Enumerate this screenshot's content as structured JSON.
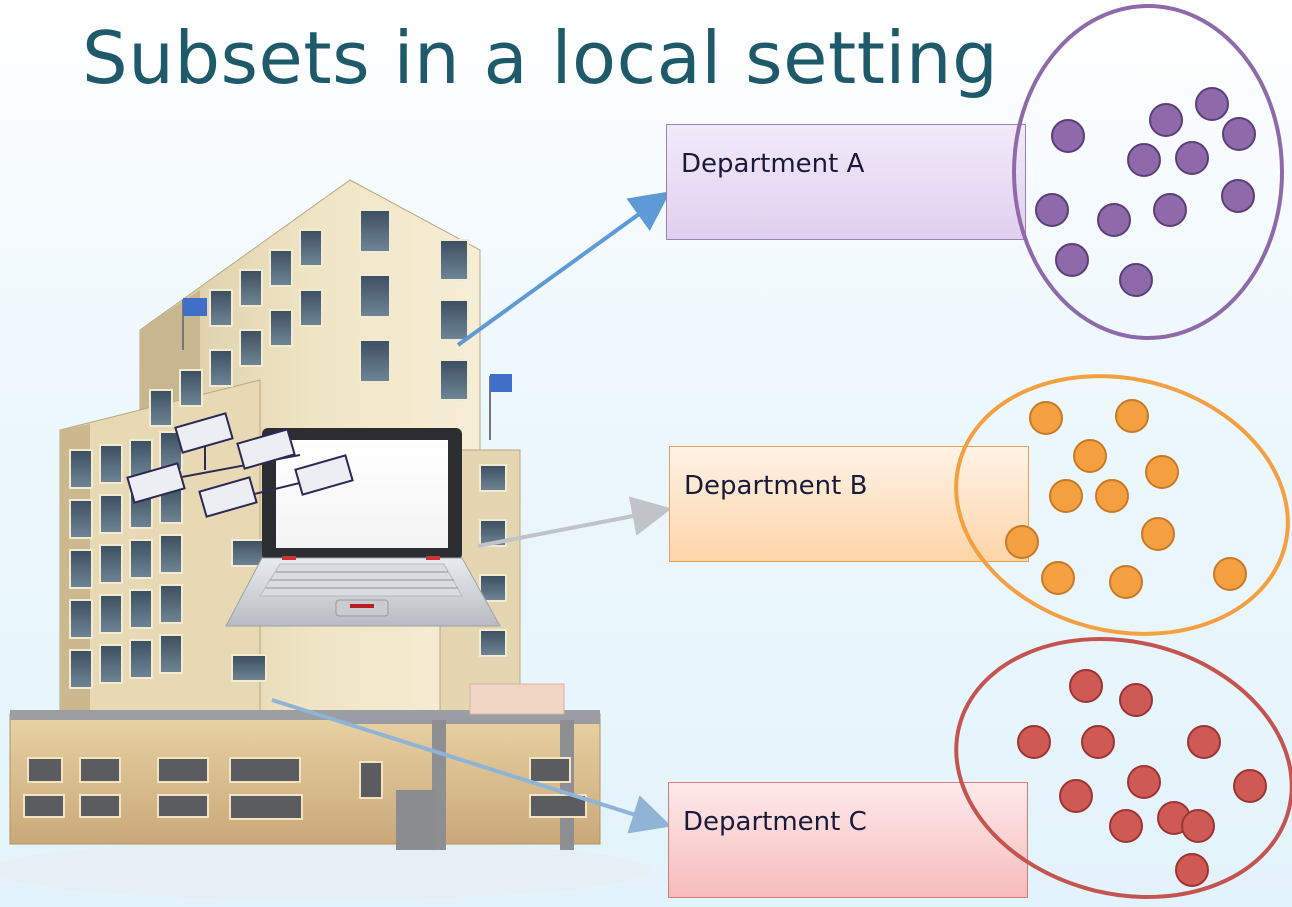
{
  "slide": {
    "title": "Subsets in a local setting"
  },
  "departments": [
    {
      "label": "Department A",
      "color": "#8e6aaa",
      "stroke": "#8e6aaa"
    },
    {
      "label": "Department B",
      "color": "#f5a040",
      "stroke": "#f5a040"
    },
    {
      "label": "Department C",
      "color": "#cf5a55",
      "stroke": "#c4544f"
    }
  ],
  "colors": {
    "title": "#1f5a6a",
    "arrow_a": "#5e9ad6",
    "arrow_b": "#c0c4c8",
    "arrow_c": "#8fb4d6"
  },
  "icons": [
    "building-illustration",
    "laptop-icon",
    "org-chart-icon",
    "flag-icon"
  ]
}
